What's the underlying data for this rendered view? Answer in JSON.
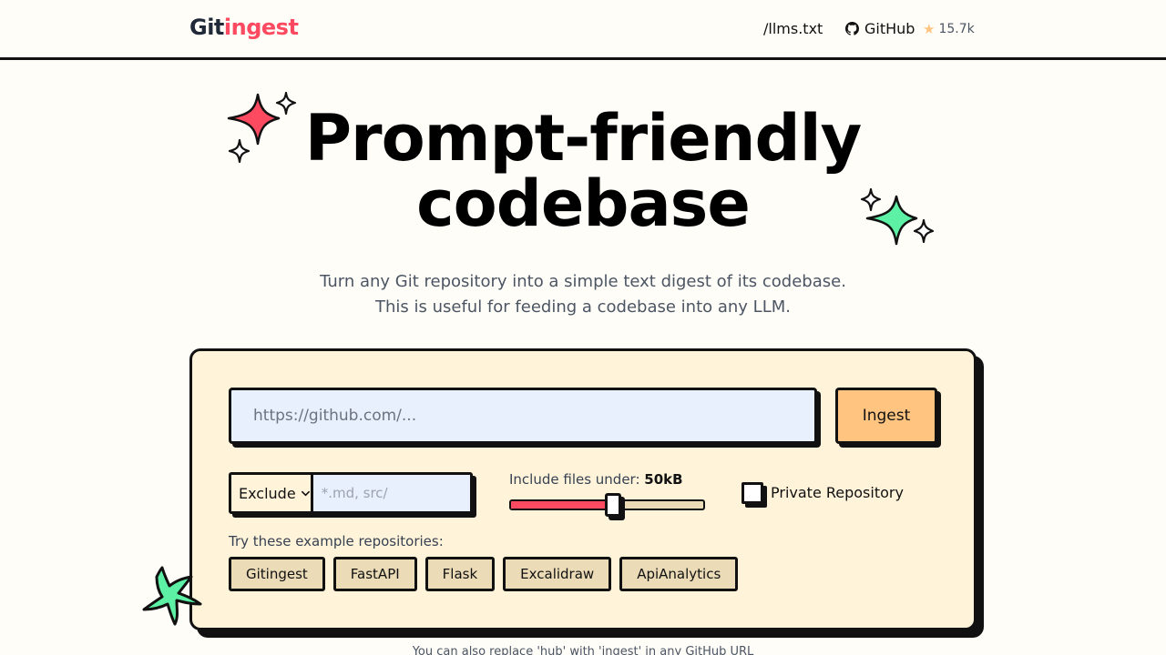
{
  "header": {
    "logo_part1": "Git",
    "logo_part2": "ingest",
    "llms_link": "/llms.txt",
    "github_link": "GitHub",
    "stars": "15.7k"
  },
  "hero": {
    "title_line1": "Prompt-friendly",
    "title_line2": "codebase",
    "subtitle_line1": "Turn any Git repository into a simple text digest of its codebase.",
    "subtitle_line2": "This is useful for feeding a codebase into any LLM."
  },
  "form": {
    "url_placeholder": "https://github.com/...",
    "submit_label": "Ingest",
    "pattern_mode": "Exclude",
    "pattern_placeholder": "*.md, src/",
    "size_label": "Include files under: ",
    "size_value": "50kB",
    "size_fraction": 0.5,
    "private_label": "Private Repository",
    "private_checked": false
  },
  "examples": {
    "label": "Try these example repositories:",
    "items": [
      "Gitingest",
      "FastAPI",
      "Flask",
      "Excalidraw",
      "ApiAnalytics"
    ]
  },
  "footnote": "You can also replace 'hub' with 'ingest' in any GitHub URL",
  "colors": {
    "accent_red": "#FE4A60",
    "accent_orange": "#FFC480",
    "accent_green": "#5CF1A4",
    "card_bg": "#FFF4DA",
    "input_bg": "#E8F0FE"
  }
}
